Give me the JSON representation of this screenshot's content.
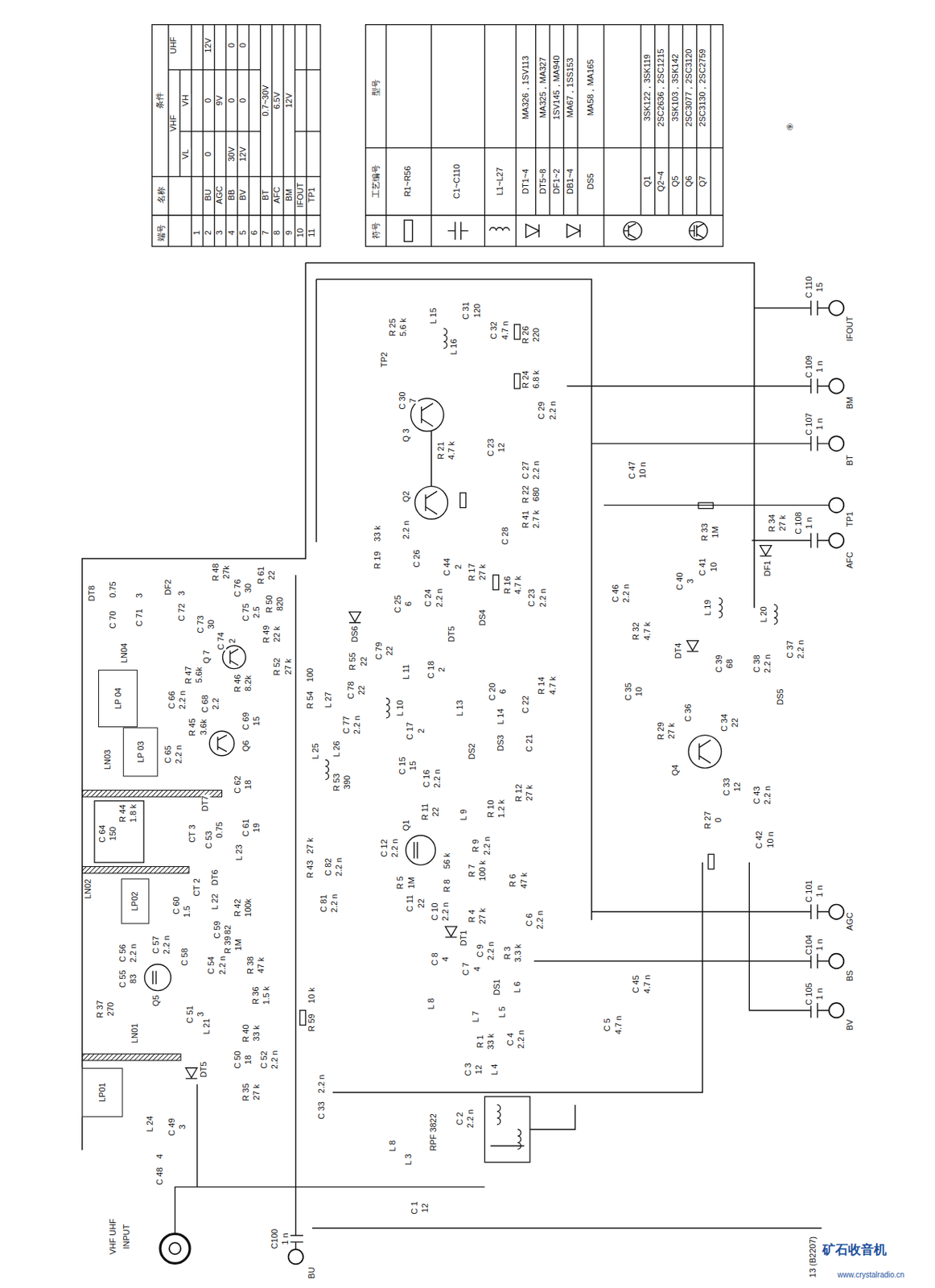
{
  "diagram": {
    "nodes": [
      {
        "text": [
          "LP 04"
        ]
      },
      {
        "text": [
          "LP 03"
        ]
      },
      {
        "text": [
          "LP02"
        ]
      },
      {
        "text": [
          "LP01"
        ]
      }
    ],
    "labels": [
      "端号",
      "名称",
      "条件",
      "VHF",
      "UHF",
      "VL",
      "VH",
      "1",
      "2",
      "BU",
      "0",
      "0",
      "12V",
      "3",
      "AGC",
      "9V",
      "4",
      "BB",
      "30V",
      "0",
      "0",
      "5",
      "BV",
      "12V",
      "0",
      "0",
      "6",
      "7",
      "BT",
      "0.7~30V",
      "8",
      "AFC",
      "6.5V",
      "9",
      "BM",
      "12V",
      "10",
      "IFOUT",
      "11",
      "TP1",
      "符号",
      "工艺编号",
      "型号",
      "R1~R56",
      "C1~C110",
      "L1~L27",
      "DT1~4",
      "MA326，1SV113",
      "DT5~8",
      "MA325，MA327",
      "DF1~2",
      "1SV145，MA940",
      "DB1~4",
      "MA67，1SS153",
      "DS5",
      "MA58，MA165",
      "Q1",
      "3SK122，3SK119",
      "Q2~4",
      "2SC2636，2SC1215",
      "Q5",
      "3SK103，3SK142",
      "Q6",
      "2SC3077，2SC3120",
      "Q7",
      "2SC3130，2SC2759",
      "⑨",
      "C 110",
      "15",
      "IFOUT",
      "C 109",
      "1 n",
      "BM",
      "C 107",
      "1 n",
      "BT",
      "TP1",
      "R 34",
      "27 k",
      "C 108",
      "1 n",
      "AFC",
      "C 101",
      "1 n",
      "AGC",
      "C104",
      "1 n",
      "BS",
      "C 105",
      "1 n",
      "BV",
      "C100",
      "1 n",
      "BU",
      "VHF UHF",
      "INPUT",
      "R 33",
      "1M",
      "DF1",
      "C 40",
      "3",
      "C 41",
      "10",
      "L 19",
      "L 20",
      "DT4",
      "C 39",
      "68",
      "C 38",
      "2.2 n",
      "C 37",
      "2.2 n",
      "DS5",
      "C 35",
      "10",
      "C 36",
      "C 34",
      "22",
      "Q4",
      "R 29",
      "27 k",
      "C 33",
      "12",
      "C 43",
      "2.2 n",
      "R 27",
      "0",
      "C 42",
      "10 n",
      "C 46",
      "2.2 n",
      "R 32",
      "4.7 k",
      "C 47",
      "10 n",
      "TP2",
      "R 25",
      "5.6 k",
      "L 15",
      "C 31",
      "120",
      "L 16",
      "C 32",
      "4.7 n",
      "R 26",
      "220",
      "R 24",
      "6.8 k",
      "C 29",
      "2.2 n",
      "C 30",
      "7",
      "Q 3",
      "R 21",
      "4.7 k",
      "C 23",
      "12",
      "Q2",
      "C 27",
      "2.2 n",
      "R 22",
      "680",
      "R 41",
      "2.7 k",
      "C 28",
      "R 19",
      "33 k",
      "C 26",
      "2.2 n",
      "C 44",
      "2",
      "R 17",
      "27 k",
      "R 16",
      "4.7 k",
      "C 23",
      "2.2 n",
      "C 24",
      "2.2 n",
      "DS4",
      "DT5",
      "C 25",
      "6",
      "DS6",
      "R 55",
      "22",
      "C 79",
      "22",
      "C 78",
      "22",
      "L 27",
      "R 54",
      "100",
      "C 77",
      "2.2 n",
      "L 26",
      "L 25",
      "R 53",
      "390",
      "C 15",
      "15",
      "L 10",
      "C 17",
      "2",
      "L 11",
      "C 18",
      "2",
      "L 13",
      "C 20",
      "6",
      "L 14",
      "DS3",
      "C 22",
      "R 14",
      "4.7 k",
      "C 21",
      "DS2",
      "C 16",
      "2.2 n",
      "R 11",
      "22",
      "L 9",
      "R 10",
      "1.2 k",
      "R 12",
      "27 k",
      "R 9",
      "2.2 n",
      "C 12",
      "2.2 n",
      "Q1",
      "R 5",
      "1M",
      "R 8",
      "56 k",
      "R 7",
      "100 k",
      "C 11",
      "22",
      "C 10",
      "2.2 n",
      "R 4",
      "27 k",
      "R 6",
      "47 k",
      "C 6",
      "2.2 n",
      "DT1",
      "C 9",
      "2.2 n",
      "R 3",
      "3.3 k",
      "C 8",
      "4",
      "C 7",
      "4",
      "DS1",
      "L 6",
      "L 8",
      "L 7",
      "L 5",
      "R 1",
      "33 k",
      "C 4",
      "2.2 n",
      "C 5",
      "4.7 n",
      "C 45",
      "4.7 n",
      "C 3",
      "12",
      "L 4",
      "C 2",
      "2.2 n",
      "RPF 3822",
      "C 1",
      "12",
      "L 8",
      "L 3",
      "R 48",
      "27k",
      "R 61",
      "22",
      "C 76",
      "30",
      "C 72",
      "3",
      "C 73",
      "30",
      "C 74",
      "2",
      "C 75",
      "2.5",
      "R 50",
      "820",
      "R 49",
      "22 k",
      "R 52",
      "27 k",
      "Q 7",
      "R 47",
      "5.6k",
      "R 46",
      "8.2k",
      "C 69",
      "15",
      "Q6",
      "C 68",
      "2.2",
      "R 45",
      "3.6k",
      "C 66",
      "2.2 n",
      "C 65",
      "2.2 n",
      "DF2",
      "DT8",
      "C 70",
      "0.75",
      "C 71",
      "3",
      "LN04",
      "LN03",
      "C 64",
      "150",
      "R 44",
      "1.8 k",
      "CT 3",
      "DT7",
      "C 53",
      "0.75",
      "L 23",
      "C 61",
      "19",
      "C 62",
      "18",
      "DT6",
      "CT 2",
      "C 60",
      "1.5",
      "L 22",
      "LN02",
      "C 57",
      "2.2 n",
      "C 56",
      "2.2 n",
      "C 55",
      "83",
      "C 58",
      "C 59",
      "82",
      "Q5",
      "R 37",
      "270",
      "R 42",
      "100k",
      "R 39",
      "1M",
      "R 38",
      "47 k",
      "C 54",
      "2.2 n",
      "R 36",
      "1.5 k",
      "R 40",
      "33 k",
      "C 52",
      "2.2 n",
      "R 35",
      "27 k",
      "C 50",
      "18",
      "DT5",
      "L 21",
      "C 51",
      "3",
      "LN01",
      "L 24",
      "C 49",
      "3",
      "C 48",
      "4",
      "R 59",
      "10 k",
      "C 33",
      "2.2 n",
      "R 43",
      "27 k",
      "C 82",
      "2.2 n",
      "C 81",
      "2.2 n",
      "13 (B2207)",
      "矿石收音机",
      "www.crystalradio.cn"
    ]
  }
}
